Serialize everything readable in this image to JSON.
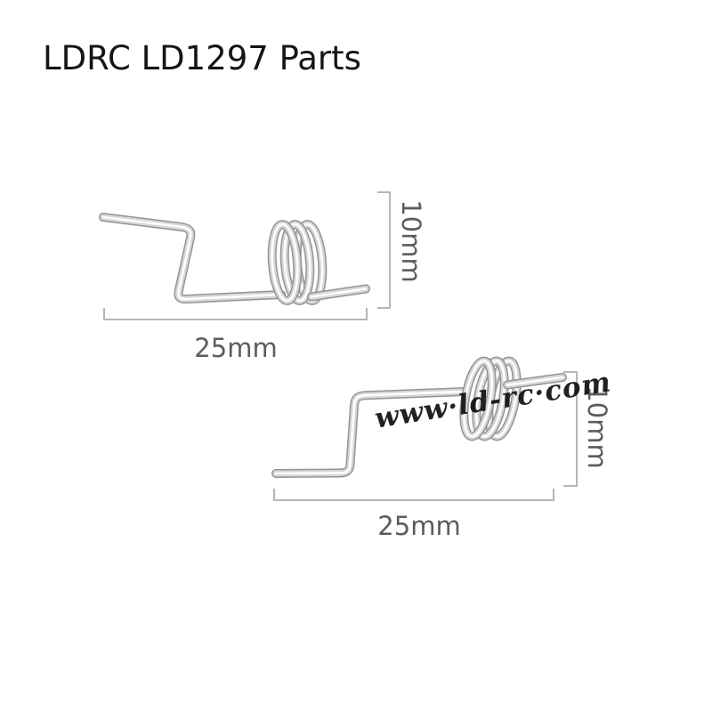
{
  "page": {
    "title": "LDRC LD1297 Parts",
    "background_color": "#ffffff"
  },
  "watermark": {
    "text": "www·ld-rc·com"
  },
  "products": [
    {
      "name": "torsion spring (upper left)",
      "width_label": "25mm",
      "height_label": "10mm"
    },
    {
      "name": "torsion spring (lower right)",
      "width_label": "25mm",
      "height_label": "10mm"
    }
  ],
  "colors": {
    "title_text": "#151515",
    "dimension_line": "#b6b6b6",
    "dimension_text": "#5c5c5c",
    "watermark_text": "#0f0f0f",
    "metal_edge": "#949494",
    "metal_body": "#d7d7d7",
    "metal_highlight": "#ffffff"
  }
}
